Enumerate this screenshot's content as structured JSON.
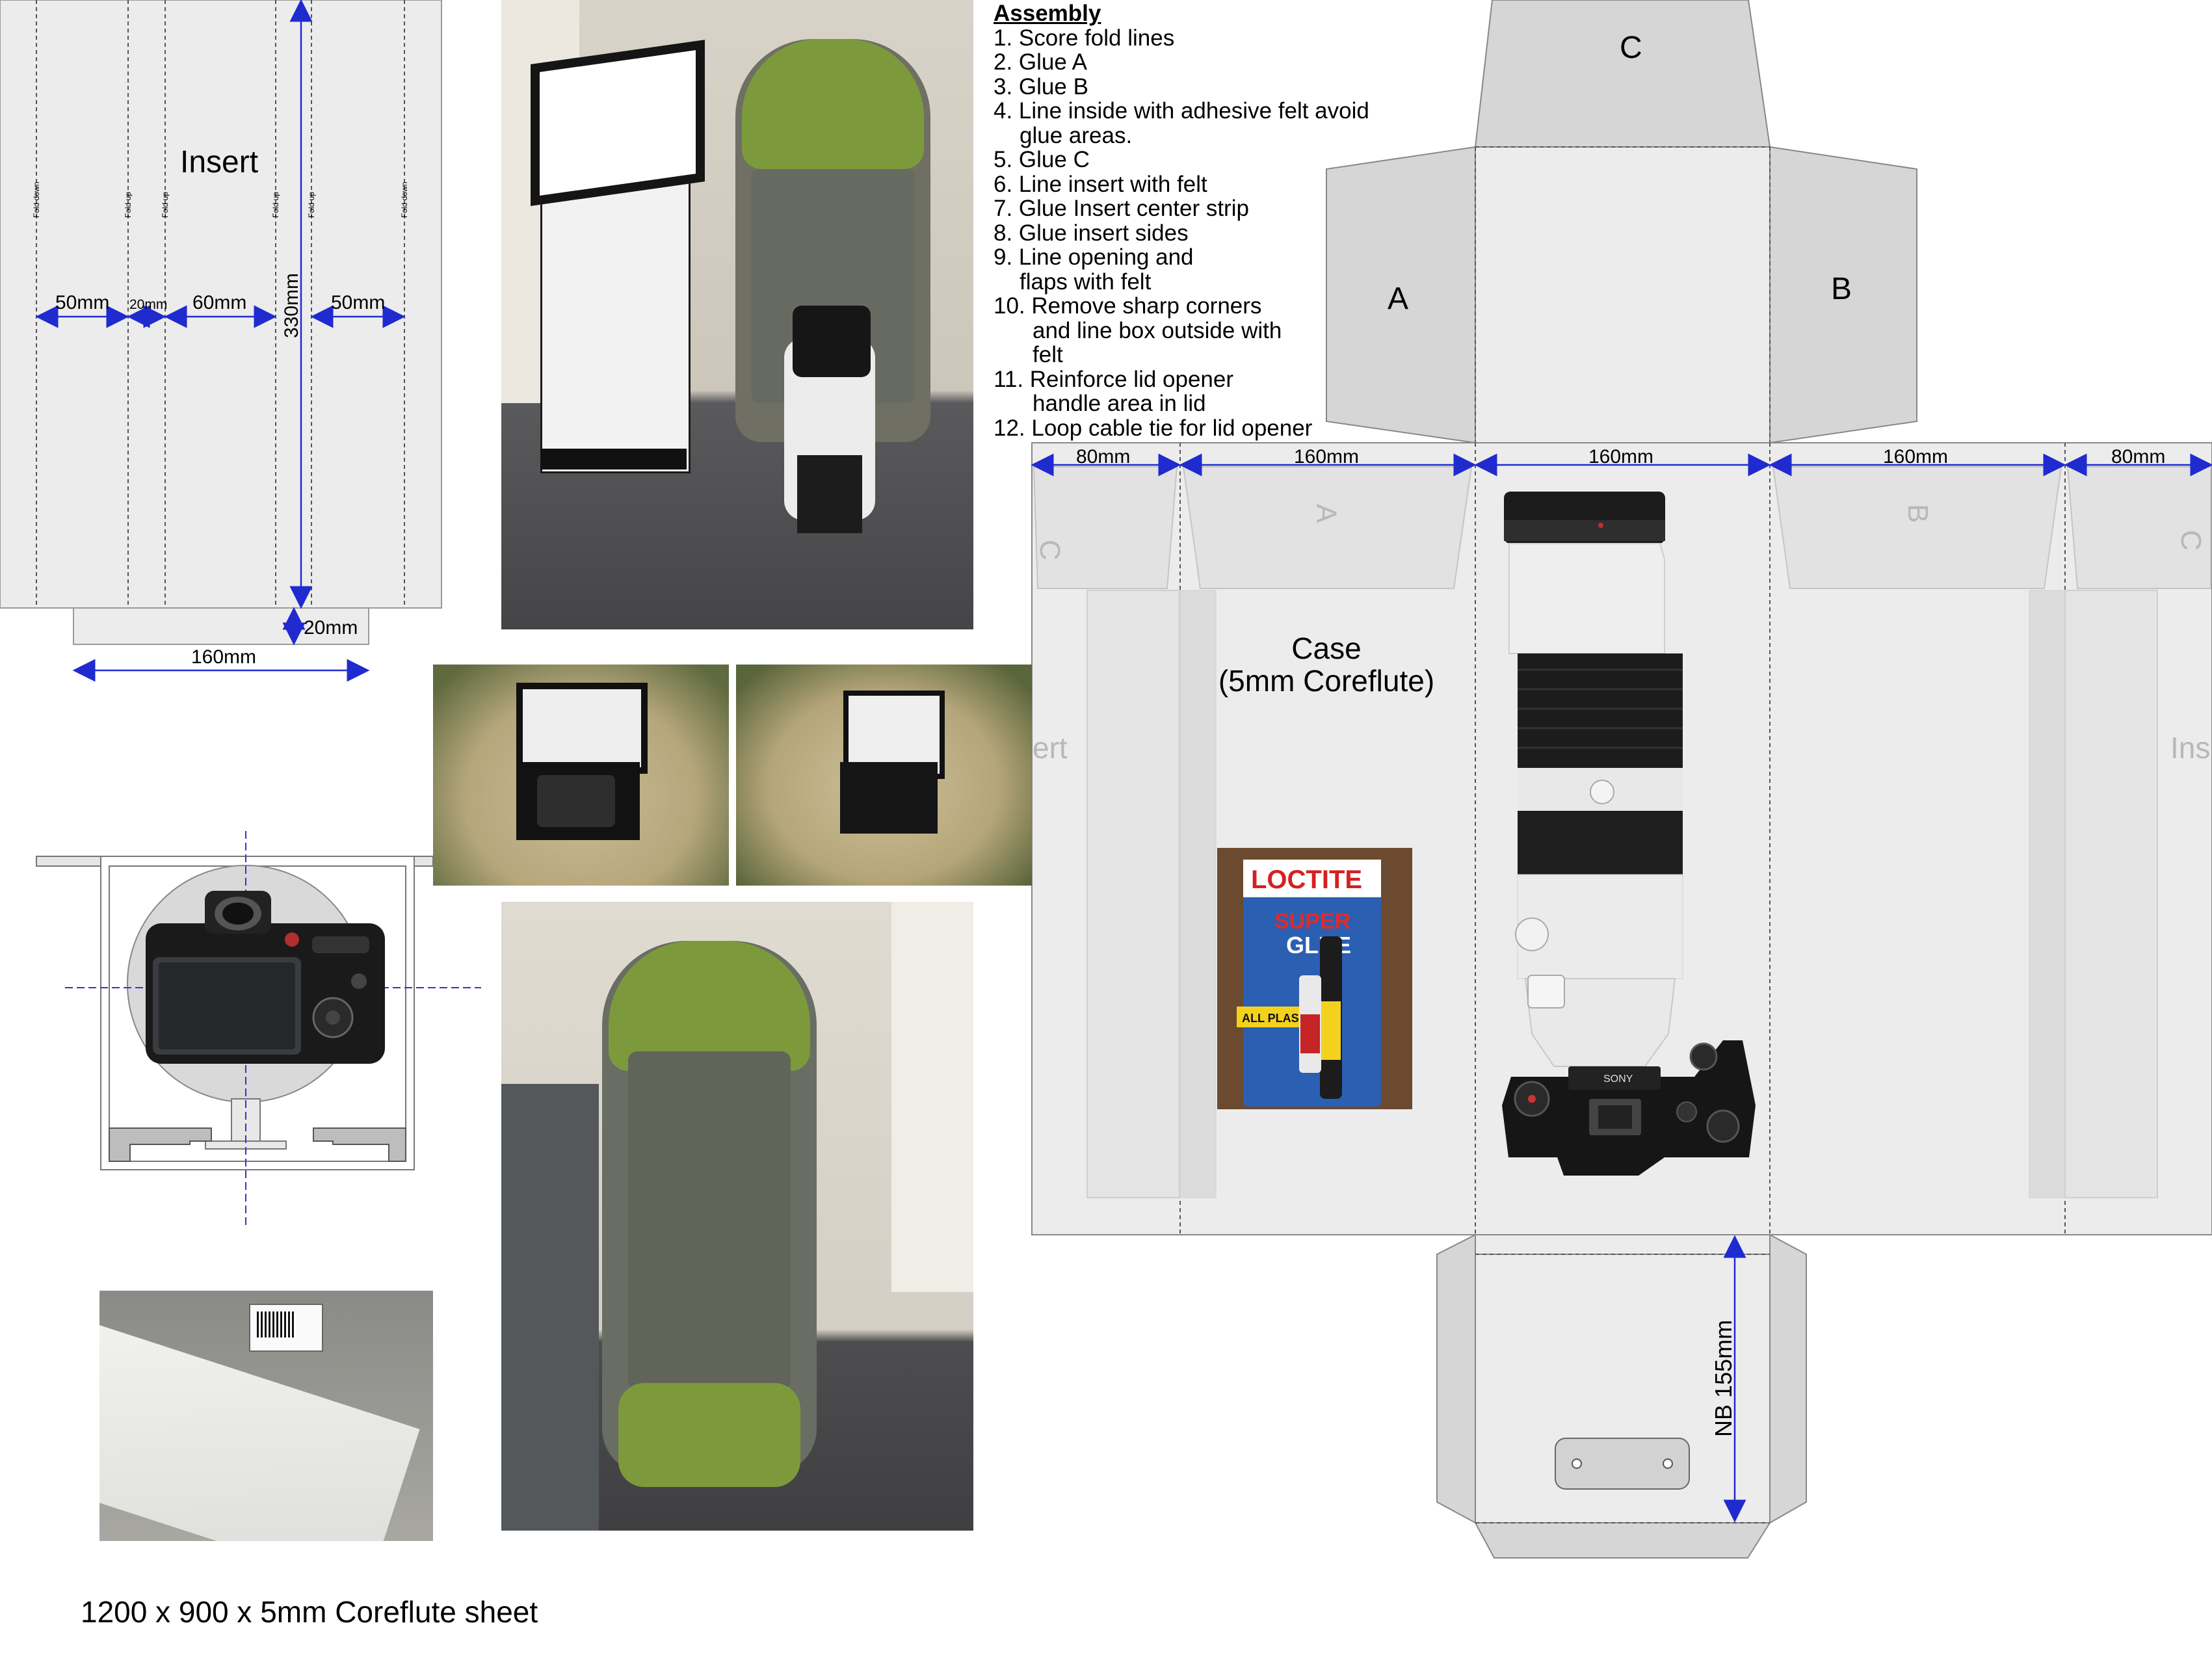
{
  "insert_template": {
    "title": "Insert",
    "fold_labels": [
      "Fold down",
      "Fold up",
      "Fold up",
      "Fold up",
      "Fold up",
      "Fold down"
    ],
    "dimensions": {
      "col1": "50mm",
      "col2": "20mm",
      "col3": "60mm",
      "col4": "50mm",
      "height": "330mm",
      "tab_depth": "20mm",
      "tab_width": "160mm"
    }
  },
  "assembly": {
    "heading": "Assembly",
    "steps": [
      {
        "text": "1. Score fold lines",
        "cont": []
      },
      {
        "text": "2. Glue A",
        "cont": []
      },
      {
        "text": "3. Glue B",
        "cont": []
      },
      {
        "text": "4. Line inside with adhesive felt avoid",
        "cont": [
          "glue areas."
        ]
      },
      {
        "text": "5. Glue C",
        "cont": []
      },
      {
        "text": "6. Line insert with felt",
        "cont": []
      },
      {
        "text": "7. Glue Insert center strip",
        "cont": []
      },
      {
        "text": "8. Glue insert sides",
        "cont": []
      },
      {
        "text": "9. Line opening and",
        "cont": [
          "flaps with felt"
        ]
      },
      {
        "text": "10. Remove sharp corners",
        "cont": [
          "and line box outside with",
          "felt"
        ]
      },
      {
        "text": "11. Reinforce lid opener",
        "cont": [
          "handle area in lid"
        ]
      },
      {
        "text": "12. Loop cable tie for lid opener",
        "cont": []
      }
    ]
  },
  "case_template": {
    "flap_labels": {
      "top": "C",
      "left": "A",
      "right": "B"
    },
    "panel_dims": [
      "80mm",
      "160mm",
      "160mm",
      "160mm",
      "80mm"
    ],
    "ghost_labels": {
      "c_left": "C",
      "a": "A",
      "b": "B",
      "c_right": "C",
      "insert_left": "ert",
      "insert_right": "Ins"
    },
    "title_line1": "Case",
    "title_line2": "(5mm Coreflute)",
    "bottom_dim": "NB 155mm"
  },
  "product_labels": {
    "glue_brand": "LOCTITE",
    "glue_line1": "SUPER",
    "glue_line2": "GLUE",
    "glue_badge": "ALL PLASTICS",
    "camera_brand": "SONY"
  },
  "footer_note": "1200 x 900 x 5mm Coreflute sheet",
  "colors": {
    "dimension_line": "#1f2bcf",
    "panel_fill": "#ececec",
    "flap_fill": "#d6d6d6",
    "backpack_green": "#7c9a3c"
  }
}
